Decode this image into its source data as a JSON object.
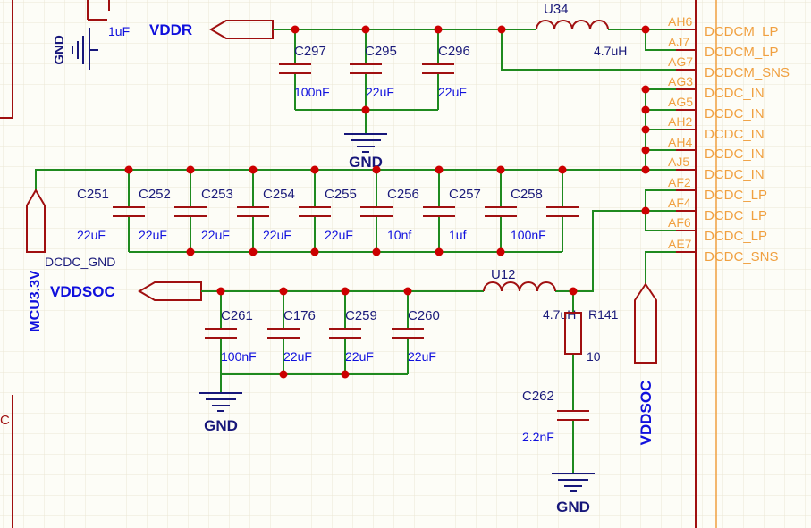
{
  "colors": {
    "wire": "#1f8a1f",
    "component": "#a01010",
    "junction": "#cc0000",
    "label_blue": "#1010dd",
    "net_navy": "#17177a",
    "pin": "#f0a040",
    "grid": "#ece7d4"
  },
  "top": {
    "cap_value": "1uF",
    "gnd_label": "GND",
    "vddr_label": "VDDR",
    "caps": [
      {
        "ref": "C297",
        "value": "100nF"
      },
      {
        "ref": "C295",
        "value": "22uF"
      },
      {
        "ref": "C296",
        "value": "22uF"
      }
    ],
    "gnd_bottom": "GND",
    "inductor_ref": "U34",
    "inductor_value": "4.7uH"
  },
  "middle": {
    "caps": [
      {
        "ref": "C251",
        "value": "22uF"
      },
      {
        "ref": "C252",
        "value": "22uF"
      },
      {
        "ref": "C253",
        "value": "22uF"
      },
      {
        "ref": "C254",
        "value": "22uF"
      },
      {
        "ref": "C255",
        "value": "22uF"
      },
      {
        "ref": "C256",
        "value": "10nf"
      },
      {
        "ref": "C257",
        "value": "1uf"
      },
      {
        "ref": "C258",
        "value": "100nF"
      }
    ],
    "gnd_net": "DCDC_GND",
    "vertical_label": "MCU3.3V"
  },
  "bottom": {
    "vddsoc_label": "VDDSOC",
    "caps": [
      {
        "ref": "C261",
        "value": "100nF"
      },
      {
        "ref": "C176",
        "value": "22uF"
      },
      {
        "ref": "C259",
        "value": "22uF"
      },
      {
        "ref": "C260",
        "value": "22uF"
      }
    ],
    "gnd_label": "GND",
    "inductor_ref": "U12",
    "inductor_value": "4.7uH",
    "resistor_ref": "R141",
    "resistor_value": "10",
    "snubber_cap_ref": "C262",
    "snubber_cap_value": "2.2nF",
    "gnd_right": "GND",
    "vddsoc_vertical": "VDDSOC"
  },
  "left_fragment": "C",
  "pins": [
    {
      "num": "AH6",
      "net": "DCDCM_LP"
    },
    {
      "num": "AJ7",
      "net": "DCDCM_LP"
    },
    {
      "num": "AG7",
      "net": "DCDCM_SNS"
    },
    {
      "num": "AG3",
      "net": "DCDC_IN"
    },
    {
      "num": "AG5",
      "net": "DCDC_IN"
    },
    {
      "num": "AH2",
      "net": "DCDC_IN"
    },
    {
      "num": "AH4",
      "net": "DCDC_IN"
    },
    {
      "num": "AJ5",
      "net": "DCDC_IN"
    },
    {
      "num": "AF2",
      "net": "DCDC_LP"
    },
    {
      "num": "AF4",
      "net": "DCDC_LP"
    },
    {
      "num": "AF6",
      "net": "DCDC_LP"
    },
    {
      "num": "AE7",
      "net": "DCDC_SNS"
    }
  ]
}
